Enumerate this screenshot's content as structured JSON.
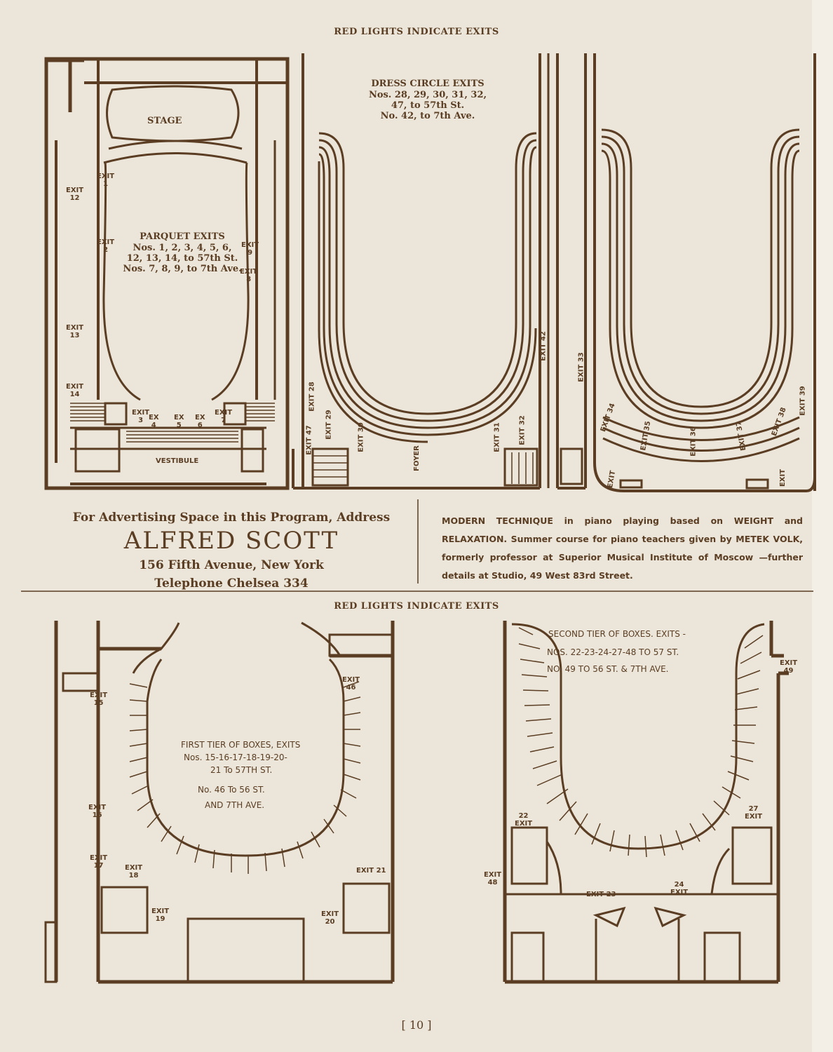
{
  "header_top": "RED LIGHTS INDICATE EXITS",
  "header_bottom": "RED LIGHTS INDICATE EXITS",
  "parquet": {
    "stage": "STAGE",
    "vestibule": "VESTIBULE",
    "title": "PARQUET EXITS",
    "lines": [
      "Nos. 1, 2, 3, 4, 5, 6,",
      "12, 13, 14, to 57th St.",
      "Nos. 7, 8, 9, to 7th Ave."
    ],
    "exits": [
      "EXIT\n1",
      "EXIT\n2",
      "EXIT\n12",
      "EXIT\n13",
      "EXIT\n14",
      "EXIT\n9",
      "EXIT\n8",
      "EXIT\n3",
      "EX\n4",
      "EX\n5",
      "EX\n6",
      "EXIT\n7"
    ]
  },
  "dress_circle": {
    "title": "DRESS CIRCLE EXITS",
    "lines": [
      "Nos. 28, 29, 30, 31, 32,",
      "47, to 57th St.",
      "No. 42, to 7th Ave."
    ],
    "foyer": "FOYER",
    "exits": [
      "EXIT 28",
      "EXIT 47",
      "EXIT 29",
      "EXIT 30",
      "EXIT 31",
      "EXIT 32",
      "EXIT 42",
      "EXIT 33",
      "EXIT 34",
      "EXIT 35",
      "EXIT 36",
      "EXIT 37",
      "EXIT 38",
      "EXIT 39",
      "EXIT",
      "EXIT"
    ]
  },
  "ads": {
    "left": {
      "line1": "For Advertising Space in this Program, Address",
      "name": "ALFRED SCOTT",
      "address": "156 Fifth Avenue, New York",
      "phone": "Telephone Chelsea 334"
    },
    "right": {
      "bold1": "MODERN TECHNIQUE",
      "t1": " in piano playing based on ",
      "bold2": "WEIGHT",
      "t2": " and ",
      "bold3": "RELAXATION.",
      "t3": " Summer course for piano teachers given by ",
      "bold4": "METEK VOLK,",
      "t4": " formerly professor at Superior Musical Institute of Moscow —further details at Studio, 49 West 83rd Street."
    }
  },
  "first_tier": {
    "lines": [
      "FIRST TIER OF BOXES, EXITS",
      "Nos. 15-16-17-18-19-20-",
      "21 To 57TH ST.",
      "No. 46 To 56 ST.",
      "AND 7TH AVE."
    ],
    "exits": [
      "EXIT\n15",
      "EXIT\n16",
      "EXIT\n17",
      "EXIT\n18",
      "EXIT\n19",
      "EXIT\n20",
      "EXIT 21",
      "EXIT\n46"
    ]
  },
  "second_tier": {
    "lines": [
      "SECOND TIER OF BOXES. EXITS -",
      "NOS. 22-23-24-27-48 TO 57 ST.",
      "NO. 49 TO 56 ST. & 7TH AVE."
    ],
    "exits": [
      "EXIT\n49",
      "22\nEXIT",
      "27\nEXIT",
      "EXIT\n48",
      "EXIT 23",
      "24\nEXIT"
    ]
  },
  "page_number": "[ 10 ]"
}
